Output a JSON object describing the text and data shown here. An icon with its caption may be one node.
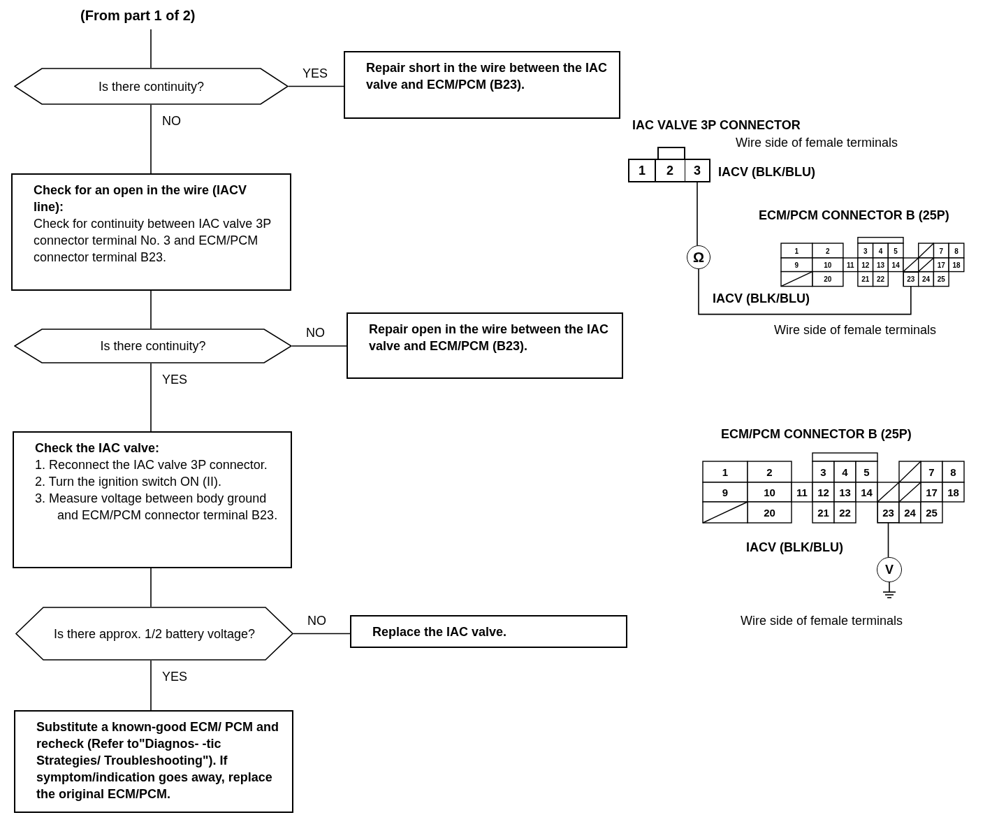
{
  "diagram": {
    "nodes": [
      {
        "text": [
          "(From part 1 of 2)"
        ]
      },
      {
        "text": [
          "Is there continuity?"
        ]
      },
      {
        "text": [
          "Repair short in the wire between the IAC valve and ECM/PCM (B23)."
        ]
      },
      {
        "text": [
          "Check for an open in the wire (IACV line):",
          "Check for continuity between IAC valve 3P connector terminal No. 3 and ECM/PCM connector terminal B23."
        ]
      },
      {
        "text": [
          "Is there continuity?"
        ]
      },
      {
        "text": [
          "Repair open in the wire between the IAC valve and ECM/PCM (B23)."
        ]
      },
      {
        "text": [
          "Check the IAC valve:",
          "1. Reconnect the IAC valve 3P connector.",
          "2. Turn the ignition switch ON (II).",
          "3. Measure voltage between body ground and ECM/PCM connector terminal B23."
        ]
      },
      {
        "text": [
          "Is there approx. 1/2 battery voltage?"
        ]
      },
      {
        "text": [
          "Replace the IAC valve."
        ]
      },
      {
        "text": [
          "Substitute a known-good ECM/ PCM and recheck (Refer to\"Diagnos- -tic Strategies/ Troubleshooting\"). If symptom/indication goes away, replace the original ECM/PCM."
        ]
      },
      {
        "text": [
          "3"
        ]
      },
      {
        "text": [
          "Ω"
        ]
      },
      {
        "text": [
          "23"
        ]
      },
      {
        "text": [
          "23"
        ]
      },
      {
        "text": [
          "V"
        ]
      }
    ],
    "edges": [
      {
        "from": 0,
        "to": 1,
        "arrow": "none"
      },
      {
        "from": 1,
        "to": 2,
        "arrow": "none",
        "label": "YES"
      },
      {
        "from": 1,
        "to": 3,
        "arrow": "none",
        "label": "NO"
      },
      {
        "from": 3,
        "to": 4,
        "arrow": "none"
      },
      {
        "from": 4,
        "to": 5,
        "arrow": "none",
        "label": "NO"
      },
      {
        "from": 4,
        "to": 6,
        "arrow": "none",
        "label": "YES"
      },
      {
        "from": 6,
        "to": 7,
        "arrow": "none"
      },
      {
        "from": 7,
        "to": 8,
        "arrow": "none",
        "label": "NO"
      },
      {
        "from": 7,
        "to": 9,
        "arrow": "none",
        "label": "YES"
      },
      {
        "from": 10,
        "to": 11,
        "arrow": "none"
      },
      {
        "from": 11,
        "to": 12,
        "arrow": "none"
      },
      {
        "from": 13,
        "to": 14,
        "arrow": "none"
      }
    ],
    "labels": [
      "IAC VALVE 3P CONNECTOR",
      "Wire side of female terminals",
      "1",
      "2",
      "IACV (BLK/BLU)",
      "ECM/PCM CONNECTOR B (25P)",
      "1",
      "2",
      "3",
      "4",
      "5",
      "7",
      "8",
      "9",
      "10",
      "11",
      "12",
      "13",
      "14",
      "17",
      "18",
      "20",
      "21",
      "22",
      "24",
      "25",
      "IACV (BLK/BLU)",
      "Wire side of female terminals",
      "ECM/PCM CONNECTOR B (25P)",
      "1",
      "2",
      "3",
      "4",
      "5",
      "7",
      "8",
      "9",
      "10",
      "11",
      "12",
      "13",
      "14",
      "17",
      "18",
      "20",
      "21",
      "22",
      "24",
      "25",
      "IACV (BLK/BLU)",
      "Wire side of female terminals"
    ]
  }
}
